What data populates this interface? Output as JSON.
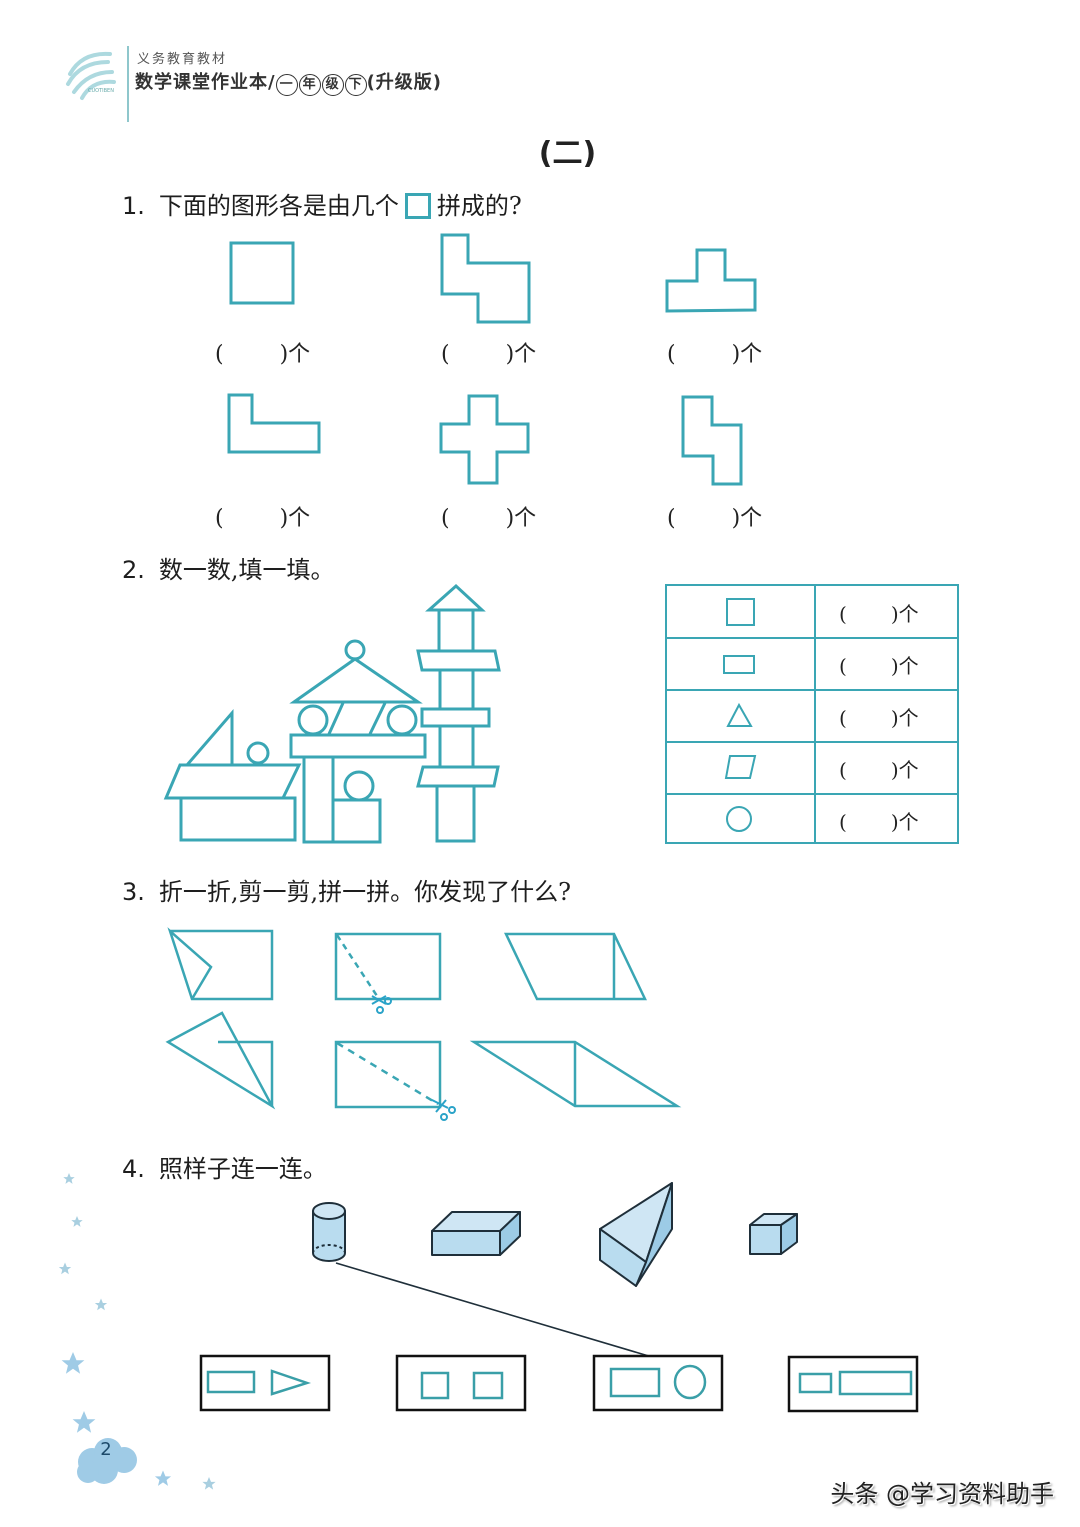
{
  "header": {
    "series": "义务教育教材",
    "title": "数学课堂作业本/㊀㊎㊁㊦(升级版)",
    "title_parts": [
      "数学课堂作业本/",
      "一",
      "年",
      "级",
      "下",
      "(升级版)"
    ],
    "logo_text": "CUOTIBEN"
  },
  "section": {
    "label": "(二)"
  },
  "colors": {
    "accent": "#3aa6b4",
    "solid_fill": "#b9dcef",
    "outline_3d": "#1f2f3a",
    "star": "#9fcbe6"
  },
  "q1": {
    "number": "1.",
    "text_before": "下面的图形各是由几个",
    "text_after": "拼成的?",
    "unit_icon": "square-icon",
    "shapes": [
      {
        "name": "single-square",
        "answer": "(",
        "close": ")个"
      },
      {
        "name": "s-shape",
        "answer": "(",
        "close": ")个"
      },
      {
        "name": "t-shape",
        "answer": "(",
        "close": ")个"
      },
      {
        "name": "l-shape",
        "answer": "(",
        "close": ")个"
      },
      {
        "name": "cross-shape",
        "answer": "(",
        "close": ")个"
      },
      {
        "name": "z-vertical-shape",
        "answer": "(",
        "close": ")个"
      }
    ]
  },
  "q2": {
    "number": "2.",
    "text": "数一数,填一填。",
    "table": [
      {
        "shape": "square-icon",
        "open": "(",
        "close": ")个"
      },
      {
        "shape": "rectangle-icon",
        "open": "(",
        "close": ")个"
      },
      {
        "shape": "triangle-icon",
        "open": "(",
        "close": ")个"
      },
      {
        "shape": "parallelogram-icon",
        "open": "(",
        "close": ")个"
      },
      {
        "shape": "circle-icon",
        "open": "(",
        "close": ")个"
      }
    ]
  },
  "q3": {
    "number": "3.",
    "text": "折一折,剪一剪,拼一拼。你发现了什么?"
  },
  "q4": {
    "number": "4.",
    "text": "照样子连一连。",
    "solids": [
      "cylinder",
      "cuboid",
      "triangular-prism",
      "cube"
    ],
    "faces": [
      "rectangle-and-triangle",
      "two-squares",
      "rectangle-and-circle",
      "square-and-rectangle"
    ]
  },
  "footer": {
    "page_number": "2",
    "watermark": "头条 @学习资料助手"
  }
}
